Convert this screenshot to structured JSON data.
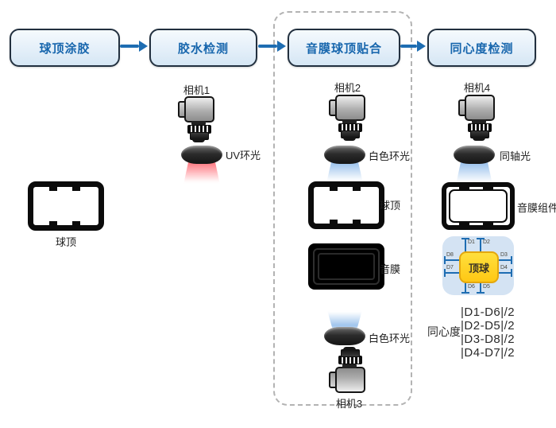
{
  "stages": [
    {
      "label": "球顶涂胶"
    },
    {
      "label": "胶水检测"
    },
    {
      "label": "音膜球顶贴合"
    },
    {
      "label": "同心度检测"
    }
  ],
  "station_coating": {
    "part_label": "球顶"
  },
  "station_glue_check": {
    "camera_label": "相机1",
    "light_label": "UV环光"
  },
  "station_lamination": {
    "camera_top_label": "相机2",
    "light_top_label": "白色环光",
    "dome_label": "球顶",
    "diaphragm_label": "音膜",
    "light_bottom_label": "白色环光",
    "camera_bottom_label": "相机3"
  },
  "station_concentricity": {
    "camera_label": "相机4",
    "light_label": "同轴光",
    "assembly_label": "音膜组件",
    "diagram": {
      "center_label": "顶球",
      "top_labels": [
        "D1",
        "D2"
      ],
      "right_labels": [
        "D3",
        "D4"
      ],
      "bottom_labels": [
        "D6",
        "D5"
      ],
      "left_labels": [
        "D8",
        "D7"
      ]
    },
    "concentricity_label": "同心度",
    "formulas": [
      "|D1-D6|/2",
      "|D2-D5|/2",
      "|D3-D8|/2",
      "|D4-D7|/2"
    ]
  },
  "colors": {
    "accent_blue": "#1e6db2",
    "stage_text": "#1766ad",
    "stage_border": "#22303f",
    "uv_glow": "#ff4652",
    "white_light_glow": "#89b7e9",
    "panel_blue": "#d4e3f3",
    "topball_yellow": "#ffd21f",
    "dashed_border": "#b3b3b3"
  }
}
